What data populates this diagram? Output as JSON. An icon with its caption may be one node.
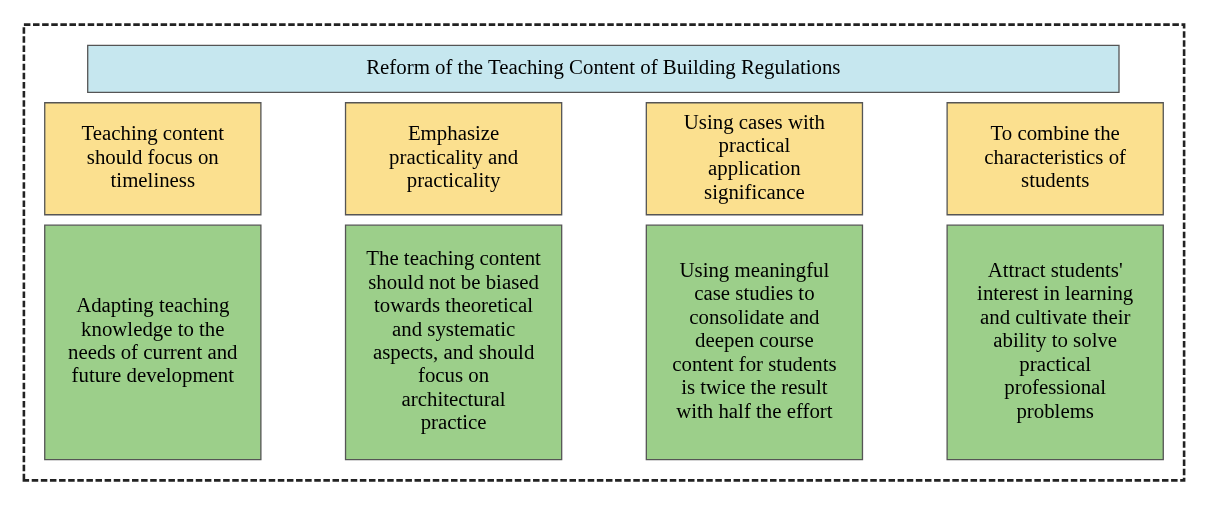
{
  "diagram": {
    "nodes": [
      {
        "text": [],
        "shape": "box"
      },
      {
        "text": [
          "Reform of the Teaching Content of Building Regulations"
        ],
        "in": 0
      },
      {
        "text": [
          "Teaching content should focus on timeliness"
        ],
        "in": 0
      },
      {
        "text": [
          "Emphasize practicality and practicality"
        ],
        "in": 0
      },
      {
        "text": [
          "Using cases with practical application significance"
        ],
        "in": 0
      },
      {
        "text": [
          "To combine the characteristics of students"
        ],
        "in": 0
      },
      {
        "text": [
          "Adapting teaching knowledge to the needs of current and future development"
        ],
        "in": 0
      },
      {
        "text": [
          "The teaching content should not be biased towards theoretical and systematic aspects, and should focus on architectural practice"
        ],
        "in": 0
      },
      {
        "text": [
          "Using meaningful case studies to consolidate and deepen course content for students is twice the result with half the effort"
        ],
        "in": 0
      },
      {
        "text": [
          "Attract students' interest in learning and cultivate their ability to solve practical professional problems"
        ],
        "in": 0
      }
    ],
    "edges": []
  }
}
